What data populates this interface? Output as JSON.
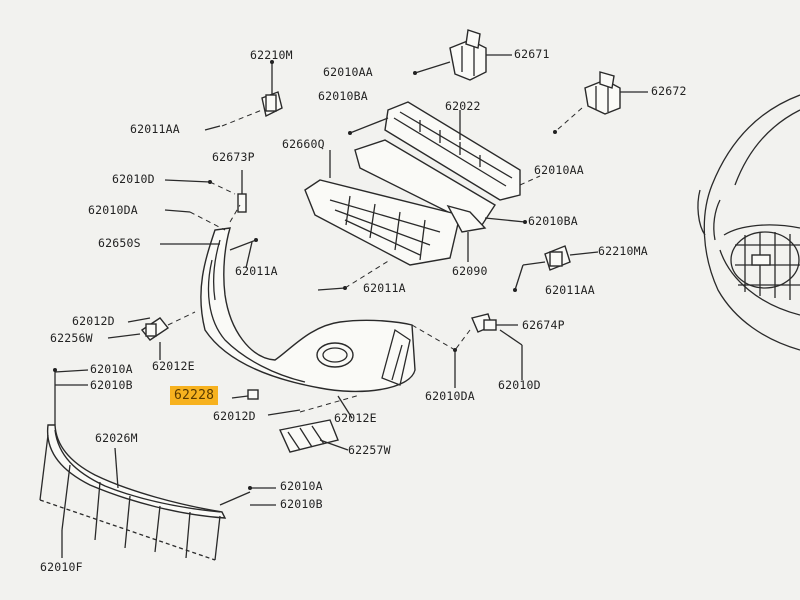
{
  "labels": {
    "l62210M": "62210M",
    "l62671": "62671",
    "l62010AA_top": "62010AA",
    "l62672": "62672",
    "l62010BA_top": "62010BA",
    "l62022": "62022",
    "l62011AA_left": "62011AA",
    "l62660Q": "62660Q",
    "l62010AA_right": "62010AA",
    "l62673P": "62673P",
    "l62010D_left": "62010D",
    "l62010DA_left": "62010DA",
    "l62010BA_mid": "62010BA",
    "l62650S": "62650S",
    "l62011A_a": "62011A",
    "l62210MA": "62210MA",
    "l62090": "62090",
    "l62011A_b": "62011A",
    "l62011AA_right": "62011AA",
    "l62012D_left": "62012D",
    "l62674P": "62674P",
    "l62256W": "62256W",
    "l62012E_left": "62012E",
    "l62010A_left": "62010A",
    "l62010B_left": "62010B",
    "l62010D_right": "62010D",
    "l62228": "62228",
    "l62010DA_bottom": "62010DA",
    "l62012D_mid": "62012D",
    "l62012E_mid": "62012E",
    "l62026M": "62026M",
    "l62257W": "62257W",
    "l62010A_bottom": "62010A",
    "l62010B_bottom": "62010B",
    "l62010F": "62010F"
  },
  "highlight_color": "#f7b21f"
}
